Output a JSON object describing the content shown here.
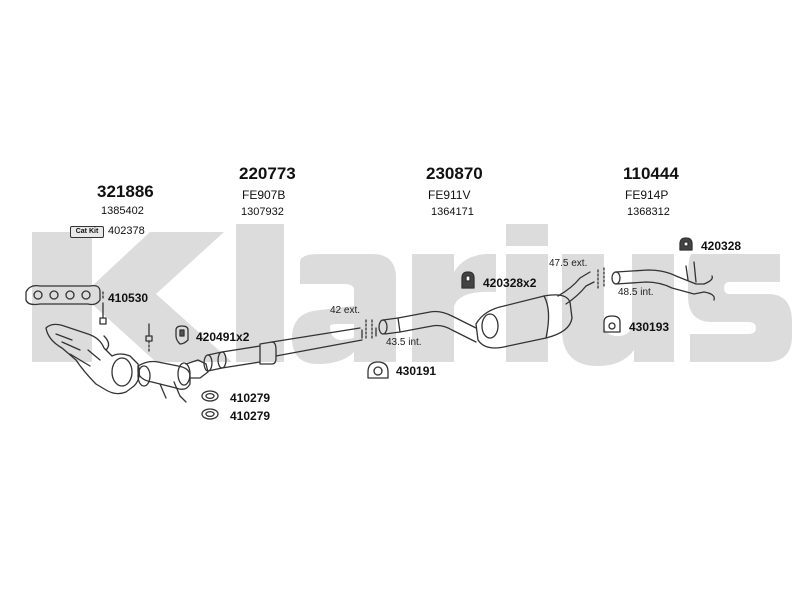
{
  "watermark": {
    "text": "Klarius",
    "color": "#d9d9d9"
  },
  "parts": [
    {
      "id": "p1",
      "number": "321886",
      "oem": "1385402",
      "catkit_badge": "Cat Kit",
      "catkit_code": "402378"
    },
    {
      "id": "p2",
      "number": "220773",
      "ref": "FE907B",
      "oem": "1307932"
    },
    {
      "id": "p3",
      "number": "230870",
      "ref": "FE911V",
      "oem": "1364171"
    },
    {
      "id": "p4",
      "number": "110444",
      "ref": "FE914P",
      "oem": "1368312"
    }
  ],
  "fittings": {
    "f410530": "410530",
    "f420491": "420491x2",
    "f410279a": "410279",
    "f410279b": "410279",
    "f430191": "430191",
    "f420328x2": "420328x2",
    "f430193": "430193",
    "f420328": "420328"
  },
  "dimensions": {
    "d42ext": "42 ext.",
    "d435int": "43.5 int.",
    "d475ext": "47.5 ext.",
    "d485int": "48.5 int."
  }
}
